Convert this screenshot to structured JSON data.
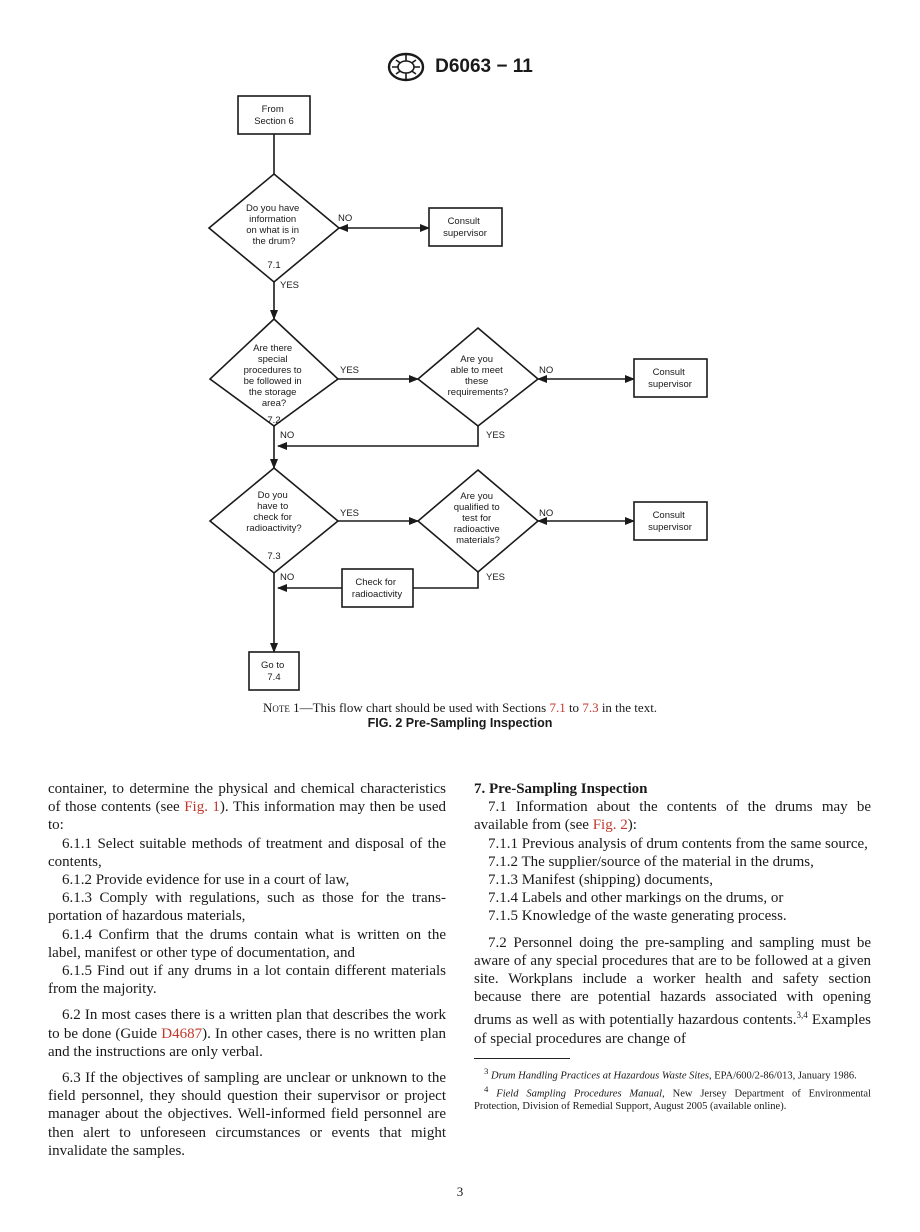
{
  "header": {
    "doc_number": "D6063 − 11"
  },
  "flowchart": {
    "start": [
      "From",
      "Section 6"
    ],
    "d1": {
      "lines": [
        "Do you have",
        "information",
        "on what is in",
        "the drum?"
      ],
      "ref": "7.1"
    },
    "d2": {
      "lines": [
        "Are there",
        "special",
        "procedures to",
        "be followed in",
        "the storage",
        "area?"
      ],
      "ref": "7.2"
    },
    "d2b": {
      "lines": [
        "Are you",
        "able to meet",
        "these",
        "requirements?"
      ]
    },
    "d3": {
      "lines": [
        "Do you",
        "have to",
        "check for",
        "radioactivity?"
      ],
      "ref": "7.3"
    },
    "d3b": {
      "lines": [
        "Are you",
        "qualified to",
        "test for",
        "radioactive",
        "materials?"
      ]
    },
    "consult": [
      "Consult",
      "supervisor"
    ],
    "check": [
      "Check for",
      "radioactivity"
    ],
    "end": [
      "Go to",
      "7.4"
    ],
    "yes": "YES",
    "no": "NO"
  },
  "note": {
    "label": "Note 1",
    "text_before": "—This flow chart should be used with Sections ",
    "ref_a": "7.1",
    "text_mid": " to ",
    "ref_b": "7.3",
    "text_after": " in the text."
  },
  "figure_caption": "FIG. 2 Pre-Sampling Inspection",
  "left": {
    "p1_a": "container, to determine the physical and chemical characteris­tics of those contents (see ",
    "p1_link": "Fig. 1",
    "p1_b": "). This information may then be used to:",
    "i611": "6.1.1 Select suitable methods of treatment and disposal of the contents,",
    "i612": "6.1.2 Provide evidence for use in a court of law,",
    "i613": "6.1.3 Comply with regulations, such as those for the trans­portation of hazardous materials,",
    "i614": "6.1.4 Confirm that the drums contain what is written on the label, manifest or other type of documentation, and",
    "i615": "6.1.5 Find out if any drums in a lot contain different materials from the majority.",
    "p62_a": "6.2 In most cases there is a written plan that describes the work to be done (Guide ",
    "p62_link": "D4687",
    "p62_b": "). In other cases, there is no written plan and the instructions are only verbal.",
    "p63": "6.3 If the objectives of sampling are unclear or unknown to the field personnel, they should question their supervisor or project manager about the objectives. Well-informed field personnel are then alert to unforeseen circumstances or events that might invalidate the samples."
  },
  "right": {
    "section_title": "7. Pre-Sampling Inspection",
    "p71_a": "7.1 Information about the contents of the drums may be available from (see ",
    "p71_link": "Fig. 2",
    "p71_b": "):",
    "i711": "7.1.1 Previous analysis of drum contents from the same source,",
    "i712": "7.1.2 The supplier/source of the material in the drums,",
    "i713": "7.1.3 Manifest (shipping) documents,",
    "i714": "7.1.4 Labels and other markings on the drums, or",
    "i715": "7.1.5 Knowledge of the waste generating process.",
    "p72_a": "7.2 Personnel doing the pre-sampling and sampling must be aware of any special procedures that are to be followed at a given site. Workplans include a worker health and safety section because there are potential hazards associated with opening drums as well as with potentially hazardous contents.",
    "p72_sup": "3,4",
    "p72_b": " Examples of special procedures are change of",
    "fn3_num": "3",
    "fn3_title": "Drum Handling Practices at Hazardous Waste Sites",
    "fn3_rest": ", EPA/600/2-86/013, January 1986.",
    "fn4_num": "4",
    "fn4_title": "Field Sampling Procedures Manual",
    "fn4_rest": ", New Jersey Department of Environmental Protection, Division of Remedial Support, August 2005 (available online)."
  },
  "page_number": "3"
}
